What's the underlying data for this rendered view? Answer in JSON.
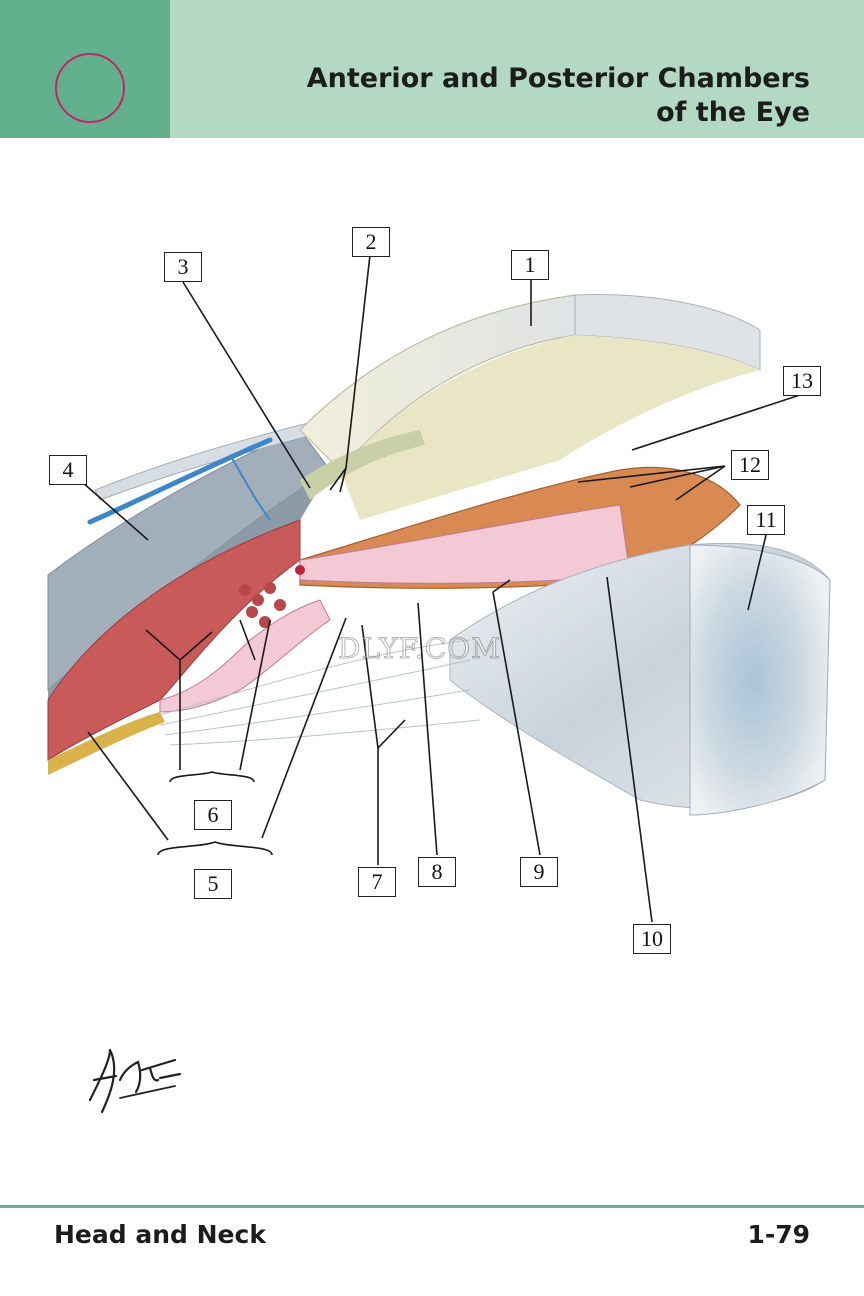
{
  "header": {
    "title_line1": "Anterior and Posterior Chambers",
    "title_line2": "of the Eye"
  },
  "labels": {
    "l1": "1",
    "l2": "2",
    "l3": "3",
    "l4": "4",
    "l5": "5",
    "l6": "6",
    "l7": "7",
    "l8": "8",
    "l9": "9",
    "l10": "10",
    "l11": "11",
    "l12": "12",
    "l13": "13"
  },
  "watermark": "DLYF.COM",
  "signature": "F. Netter M.D.",
  "footer": {
    "section": "Head and Neck",
    "page": "1-79"
  },
  "colors": {
    "header_bg": "#b3d8c4",
    "header_tab": "#62b08e",
    "circle": "#c0246b",
    "cornea": "#e8e6cf",
    "sclera": "#9aa7b3",
    "muscle": "#c95a5a",
    "iris": "#d88a52",
    "iris_stroma": "#f3c9d5",
    "lens": "#d5dde4",
    "vessel": "#3f86c8"
  }
}
